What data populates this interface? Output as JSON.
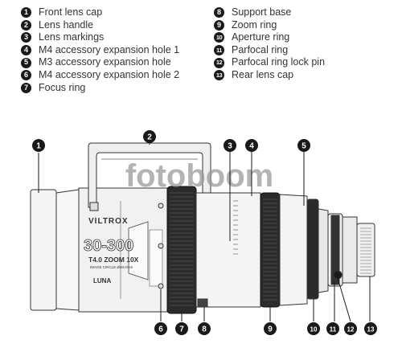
{
  "legend_left": [
    {
      "num": "1",
      "label": "Front lens cap"
    },
    {
      "num": "2",
      "label": "Lens handle"
    },
    {
      "num": "3",
      "label": "Lens markings"
    },
    {
      "num": "4",
      "label": "M4 accessory expansion hole 1"
    },
    {
      "num": "5",
      "label": "M3 accessory expansion hole"
    },
    {
      "num": "6",
      "label": "M4 accessory expansion hole 2"
    },
    {
      "num": "7",
      "label": "Focus ring"
    }
  ],
  "legend_right": [
    {
      "num": "8",
      "label": "Support base"
    },
    {
      "num": "9",
      "label": "Zoom ring"
    },
    {
      "num": "10",
      "label": "Aperture ring"
    },
    {
      "num": "11",
      "label": "Parfocal ring"
    },
    {
      "num": "12",
      "label": "Parfocal ring lock pin"
    },
    {
      "num": "13",
      "label": "Rear lens cap"
    }
  ],
  "callouts": [
    "1",
    "2",
    "3",
    "4",
    "5",
    "6",
    "7",
    "8",
    "9",
    "10",
    "11",
    "12",
    "13"
  ],
  "lens_text": {
    "brand": "VILTROX",
    "model": "30-300",
    "spec": "T4.0 ZOOM 10X",
    "circle": "IMAGE CIRCLE Ø46.0mm",
    "series": "LUNA"
  },
  "watermark": "fotoboom",
  "colors": {
    "ink": "#1a1a1a",
    "body": "#f2f2f2",
    "ring": "#2b2b2b",
    "watermark": "#9a9a9a"
  }
}
